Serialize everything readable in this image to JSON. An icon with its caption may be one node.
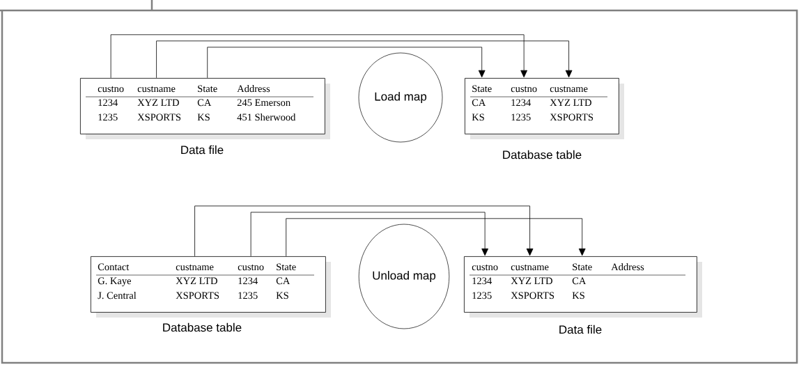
{
  "diagram": {
    "nodes": [
      {
        "text": [
          "1234",
          "XYZ LTD",
          "CA",
          "245 Emerson",
          "1235",
          "XSPORTS",
          "KS",
          "451 Sherwood"
        ],
        "beside": [
          "Data file"
        ]
      },
      {
        "text": [
          "custno"
        ],
        "in": 0
      },
      {
        "text": [
          "custname"
        ],
        "in": 0
      },
      {
        "text": [
          "State"
        ],
        "in": 0
      },
      {
        "text": [
          "Address"
        ],
        "in": 0
      },
      {
        "text": [
          "Load map"
        ]
      },
      {
        "text": [
          "CA",
          "1234",
          "XYZ LTD",
          "KS",
          "1235",
          "XSPORTS"
        ],
        "beside": [
          "Database table"
        ]
      },
      {
        "text": [
          "State"
        ],
        "in": 6
      },
      {
        "text": [
          "custno"
        ],
        "in": 6
      },
      {
        "text": [
          "custname"
        ],
        "in": 6
      },
      {
        "text": [
          "G. Kaye",
          "XYZ LTD",
          "1234",
          "CA",
          "J. Central",
          "XSPORTS",
          "1235",
          "KS"
        ],
        "beside": [
          "Database table"
        ]
      },
      {
        "text": [
          "Contact"
        ],
        "in": 10
      },
      {
        "text": [
          "custname"
        ],
        "in": 10
      },
      {
        "text": [
          "custno"
        ],
        "in": 10
      },
      {
        "text": [
          "State"
        ],
        "in": 10
      },
      {
        "text": [
          "Unload map"
        ]
      },
      {
        "text": [
          "1234",
          "XYZ LTD",
          "CA",
          "1235",
          "XSPORTS",
          "KS"
        ],
        "beside": [
          "Data file"
        ]
      },
      {
        "text": [
          "custno"
        ],
        "in": 16
      },
      {
        "text": [
          "custname"
        ],
        "in": 16
      },
      {
        "text": [
          "State"
        ],
        "in": 16
      },
      {
        "text": [
          "Address"
        ],
        "in": 16
      }
    ],
    "edges": [
      {
        "from": 1,
        "to": 8,
        "arrow": "to"
      },
      {
        "from": 2,
        "to": 9,
        "arrow": "to"
      },
      {
        "from": 3,
        "to": 7,
        "arrow": "to"
      },
      {
        "from": 12,
        "to": 18,
        "arrow": "to"
      },
      {
        "from": 13,
        "to": 17,
        "arrow": "to"
      },
      {
        "from": 14,
        "to": 19,
        "arrow": "to"
      }
    ]
  }
}
